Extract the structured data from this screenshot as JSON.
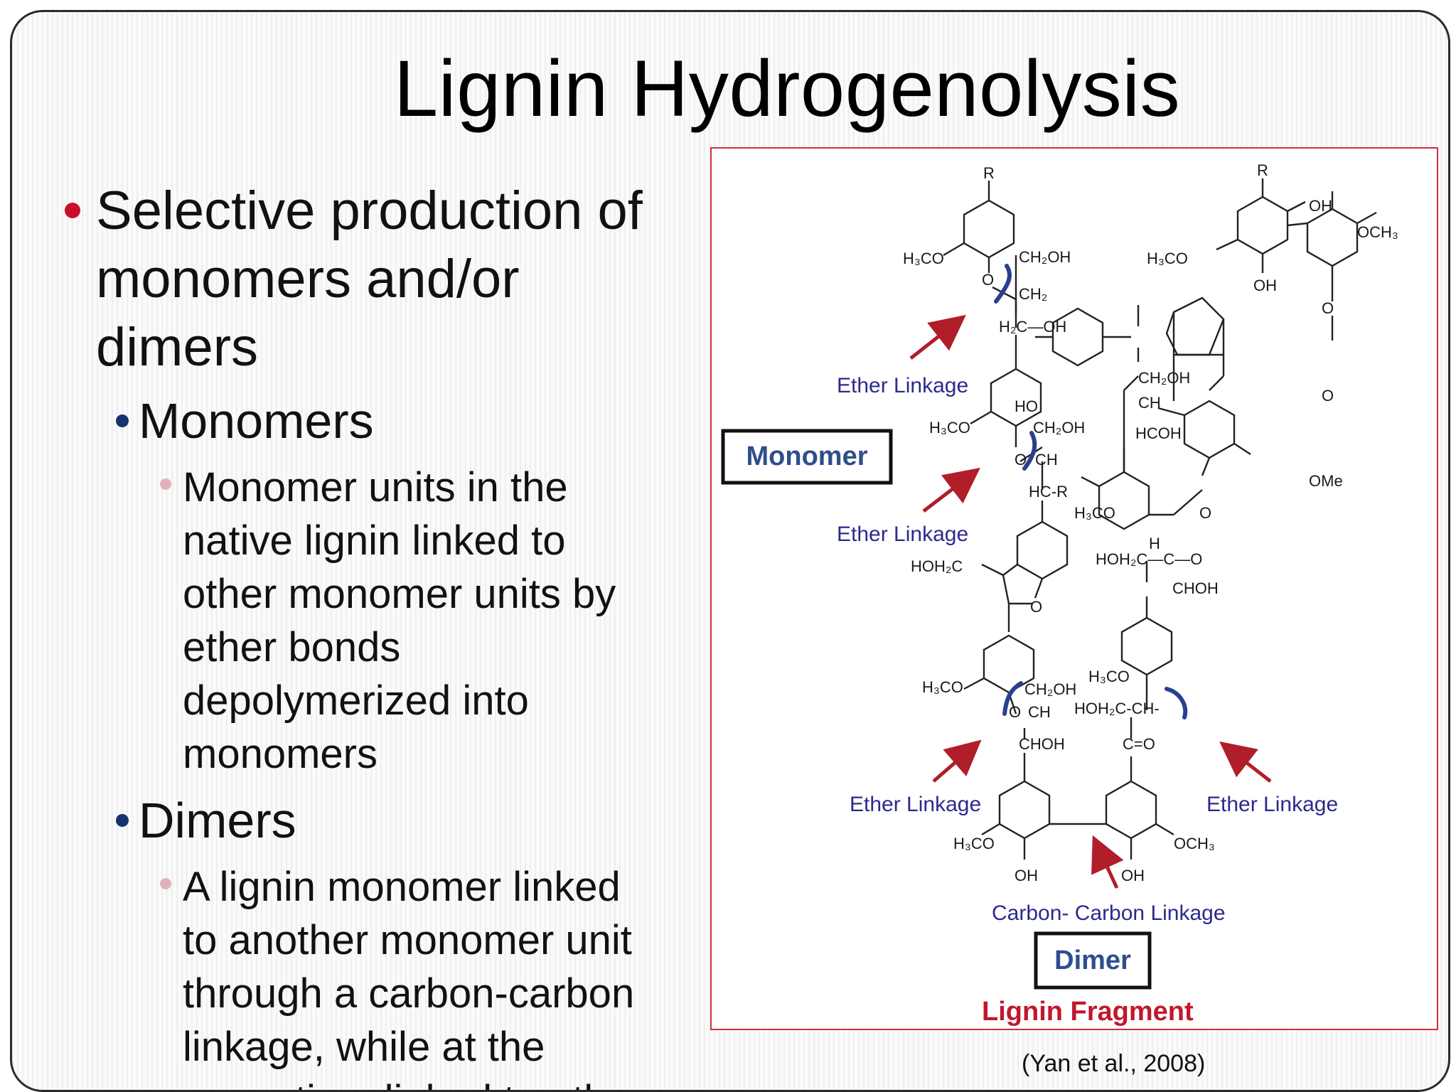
{
  "slide": {
    "title": "Lignin Hydrogenolysis",
    "bullet_main": [
      "Selective production of",
      "monomers and/or",
      "dimers"
    ],
    "monomers_heading": "Monomers",
    "monomers_text": [
      "Monomer units in the",
      "native lignin linked to",
      "other monomer units by",
      "ether bonds",
      "depolymerized into",
      "monomers"
    ],
    "dimers_heading": "Dimers",
    "dimers_text": [
      "A lignin monomer linked",
      "to another monomer unit",
      "through a carbon-carbon",
      "linkage, while at the",
      "same time linked to other"
    ],
    "citation": "(Yan et al., 2008)"
  },
  "figure": {
    "monomer_label": "Monomer",
    "dimer_label": "Dimer",
    "fragment_label": "Lignin Fragment",
    "ether_linkage": "Ether Linkage",
    "cc_linkage": "Carbon- Carbon Linkage",
    "chem": {
      "r": "R",
      "oh": "OH",
      "och3": "OCH₃",
      "h3co": "H₃CO",
      "ch2oh": "CH₂OH",
      "ch2": "CH₂",
      "h2c_oh": "H₂C—OH",
      "o": "O",
      "ho": "HO",
      "ch": "CH",
      "hcoh": "HCOH",
      "ome": "OMe",
      "hc_r": "HC-R",
      "hoh2c": "HOH₂C",
      "hoh2c_c_o": "HOH₂C—C—O",
      "h": "H",
      "choh": "CHOH",
      "hoh2c_ch": "HOH₂C-CH-",
      "c_o": "C=O"
    },
    "colors": {
      "arrow": "#b01e2a",
      "linkage_text": "#2c2a8c",
      "wave": "#2a3f8f",
      "fragment": "#c0182c",
      "box_text": "#2e4e8e"
    }
  }
}
